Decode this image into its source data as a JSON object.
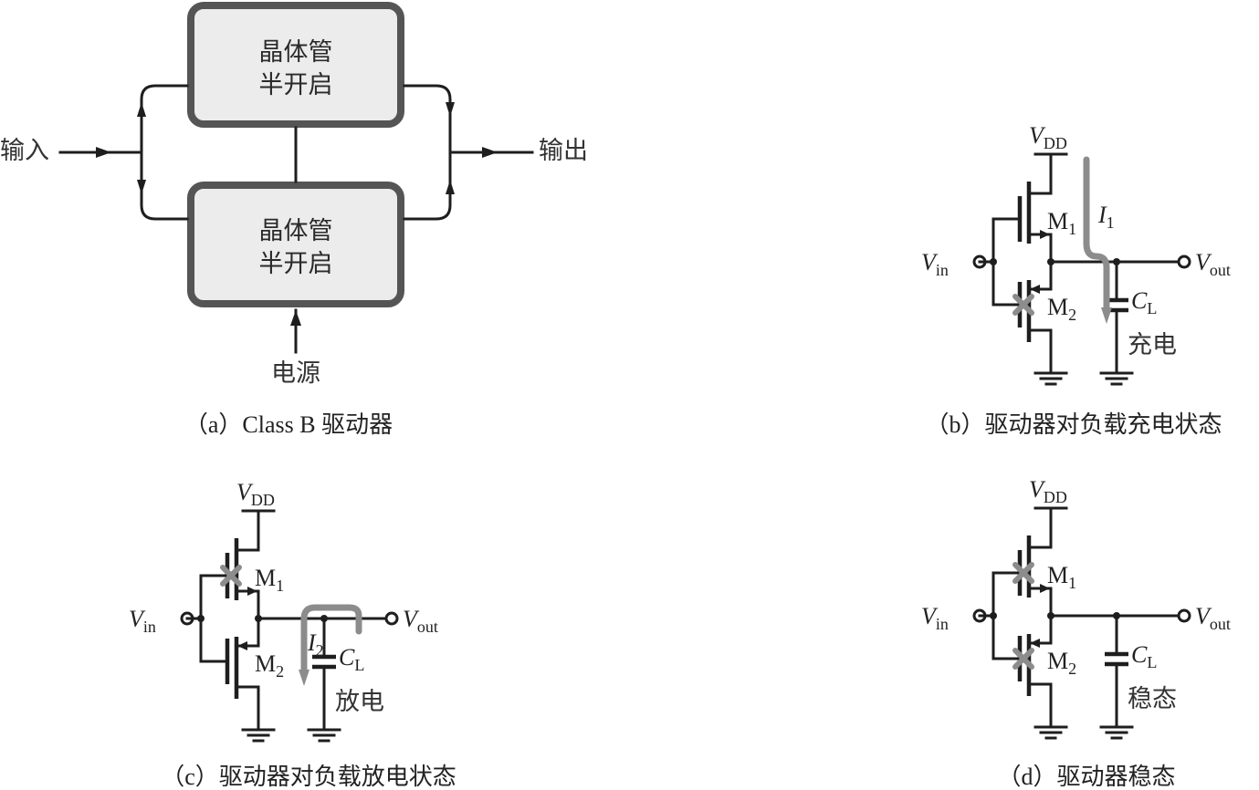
{
  "figure_a": {
    "caption": "（a）Class B 驱动器",
    "block_top": {
      "line1": "晶体管",
      "line2": "半开启"
    },
    "block_bottom": {
      "line1": "晶体管",
      "line2": "半开启"
    },
    "input_label": "输入",
    "output_label": "输出",
    "power_label": "电源"
  },
  "figure_b": {
    "caption": "（b）驱动器对负载充电状态",
    "vdd": {
      "main": "V",
      "sub": "DD"
    },
    "vin": {
      "main": "V",
      "sub": "in"
    },
    "vout": {
      "main": "V",
      "sub": "out"
    },
    "m1": {
      "main": "M",
      "sub": "1"
    },
    "m2": {
      "main": "M",
      "sub": "2"
    },
    "cl": {
      "main": "C",
      "sub": "L"
    },
    "current": {
      "main": "I",
      "sub": "1"
    },
    "state_label": "充电",
    "m1_off": false,
    "m2_off": true
  },
  "figure_c": {
    "caption": "（c）驱动器对负载放电状态",
    "vdd": {
      "main": "V",
      "sub": "DD"
    },
    "vin": {
      "main": "V",
      "sub": "in"
    },
    "vout": {
      "main": "V",
      "sub": "out"
    },
    "m1": {
      "main": "M",
      "sub": "1"
    },
    "m2": {
      "main": "M",
      "sub": "2"
    },
    "cl": {
      "main": "C",
      "sub": "L"
    },
    "current": {
      "main": "I",
      "sub": "2"
    },
    "state_label": "放电",
    "m1_off": true,
    "m2_off": false
  },
  "figure_d": {
    "caption": "（d）驱动器稳态",
    "vdd": {
      "main": "V",
      "sub": "DD"
    },
    "vin": {
      "main": "V",
      "sub": "in"
    },
    "vout": {
      "main": "V",
      "sub": "out"
    },
    "m1": {
      "main": "M",
      "sub": "1"
    },
    "m2": {
      "main": "M",
      "sub": "2"
    },
    "cl": {
      "main": "C",
      "sub": "L"
    },
    "state_label": "稳态",
    "m1_off": true,
    "m2_off": true
  },
  "colors": {
    "wire": "#1e1e1e",
    "block_fill": "#ececec",
    "block_border": "#555555",
    "current_arrow": "#8c8c8c",
    "off_mark": "#8c8c8c"
  }
}
